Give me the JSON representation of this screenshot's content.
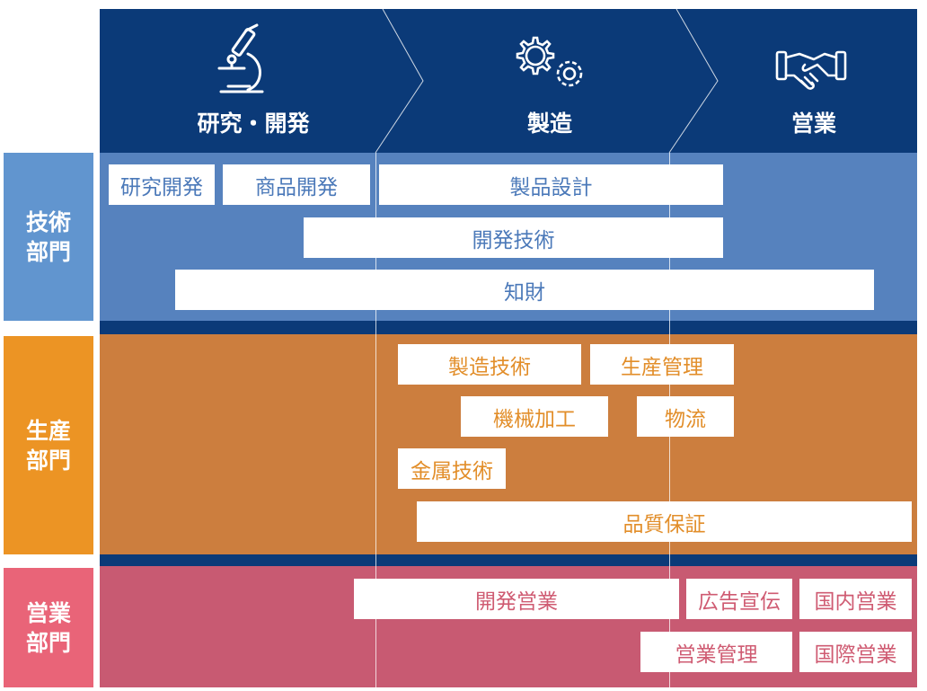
{
  "stages": [
    {
      "label": "研究・開発",
      "icon": "microscope-icon"
    },
    {
      "label": "製造",
      "icon": "gears-icon"
    },
    {
      "label": "営業",
      "icon": "handshake-icon"
    }
  ],
  "departments": [
    {
      "line1": "技術",
      "line2": "部門"
    },
    {
      "line1": "生産",
      "line2": "部門"
    },
    {
      "line1": "営業",
      "line2": "部門"
    }
  ],
  "tech_functions": [
    "研究開発",
    "商品開発",
    "製品設計",
    "開発技術",
    "知財"
  ],
  "production_functions": [
    "製造技術",
    "生産管理",
    "機械加工",
    "物流",
    "金属技術",
    "品質保証"
  ],
  "sales_functions": [
    "開発営業",
    "広告宣伝",
    "国内営業",
    "営業管理",
    "国際営業"
  ],
  "colors": {
    "header": "#0b3a78",
    "tech_band": "#5682be",
    "production_band": "#cc7e3e",
    "sales_band": "#c85a72",
    "tech_dept": "#6195cf",
    "production_dept": "#ec9424",
    "sales_dept": "#e96478"
  }
}
